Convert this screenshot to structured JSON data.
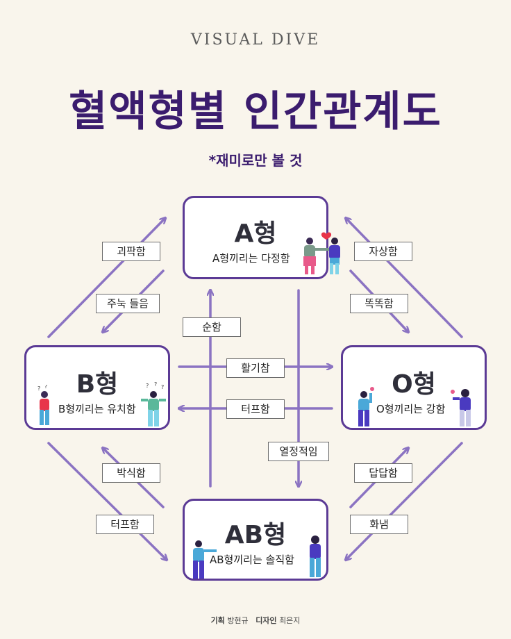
{
  "header": {
    "brand": "VISUAL DIVE",
    "title": "혈액형별 인간관계도",
    "subtitle": "*재미로만 볼 것"
  },
  "nodes": {
    "a": {
      "type": "A형",
      "desc": "A형끼리는 다정함"
    },
    "b": {
      "type": "B형",
      "desc": "B형끼리는 유치함"
    },
    "o": {
      "type": "O형",
      "desc": "O형끼리는 강함"
    },
    "ab": {
      "type": "AB형",
      "desc": "AB형끼리는 솔직함"
    }
  },
  "edges": {
    "b_to_a": "괴팍함",
    "a_to_b": "주눅 들음",
    "a_to_o": "똑똑함",
    "o_to_a": "자상함",
    "b_to_o": "활기참",
    "o_to_b": "터프함",
    "ab_to_a": "순함",
    "a_to_ab": "열정적임",
    "ab_to_b": "박식함",
    "b_to_ab": "터프함",
    "ab_to_o": "답답함",
    "o_to_ab": "화냄"
  },
  "footer": {
    "plan_label": "기획",
    "plan_name": "방현규",
    "design_label": "디자인",
    "design_name": "최은지"
  },
  "colors": {
    "title": "#3b1c6e",
    "box_border": "#5b3a95",
    "arrow": "#8b73c2",
    "background": "#f9f5ec"
  }
}
